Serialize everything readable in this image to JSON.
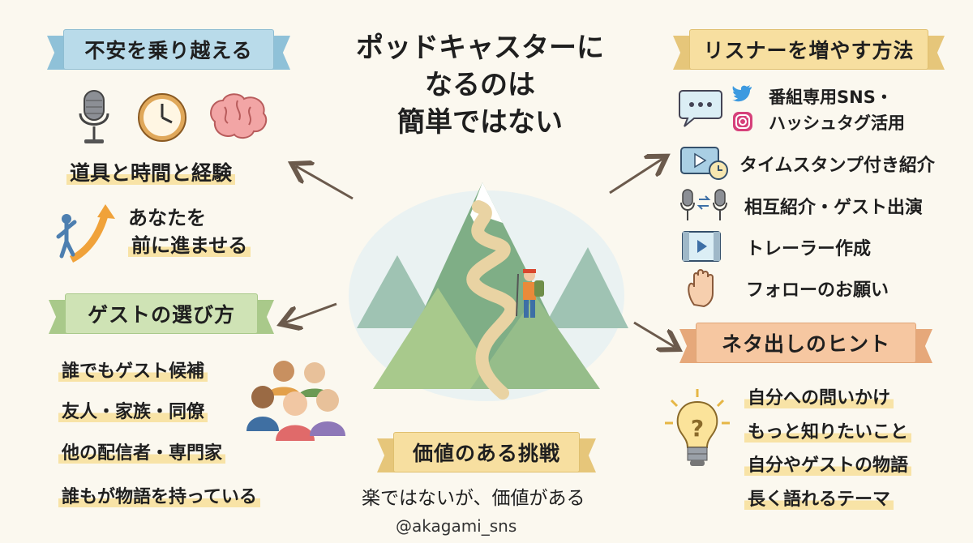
{
  "title_lines": [
    "ポッドキャスターに",
    "なるのは",
    "簡単ではない"
  ],
  "sections": {
    "anxiety": {
      "heading": "不安を乗り越える",
      "item1": "道具と時間と経験",
      "item2_line1": "あなたを",
      "item2_line2": "前に進ませる"
    },
    "guests": {
      "heading": "ゲストの選び方",
      "items": [
        "誰でもゲスト候補",
        "友人・家族・同僚",
        "他の配信者・専門家",
        "誰もが物語を持っている"
      ]
    },
    "challenge": {
      "heading": "価値のある挑戦",
      "caption": "楽ではないが、価値がある"
    },
    "listeners": {
      "heading": "リスナーを増やす方法",
      "items": [
        "番組専用SNS・",
        "ハッシュタグ活用",
        "タイムスタンプ付き紹介",
        "相互紹介・ゲスト出演",
        "トレーラー作成",
        "フォローのお願い"
      ]
    },
    "ideas": {
      "heading": "ネタ出しのヒント",
      "items": [
        "自分への問いかけ",
        "もっと知りたいこと",
        "自分やゲストの物語",
        "長く語れるテーマ"
      ]
    }
  },
  "handle": "@akagami_sns",
  "icons": [
    "microphone-icon",
    "clock-icon",
    "brain-icon",
    "climber-arrow-icon",
    "people-group-icon",
    "chat-bubble-icon",
    "twitter-icon",
    "instagram-icon",
    "video-clock-icon",
    "mic-swap-icon",
    "film-icon",
    "hand-icon",
    "lightbulb-icon",
    "mountain-illustration"
  ],
  "colors": {
    "blue": "#b9dbea",
    "green": "#cfe3b5",
    "yellow": "#f7dfa0",
    "orange": "#f6c7a1",
    "background": "#fbf8ef"
  }
}
